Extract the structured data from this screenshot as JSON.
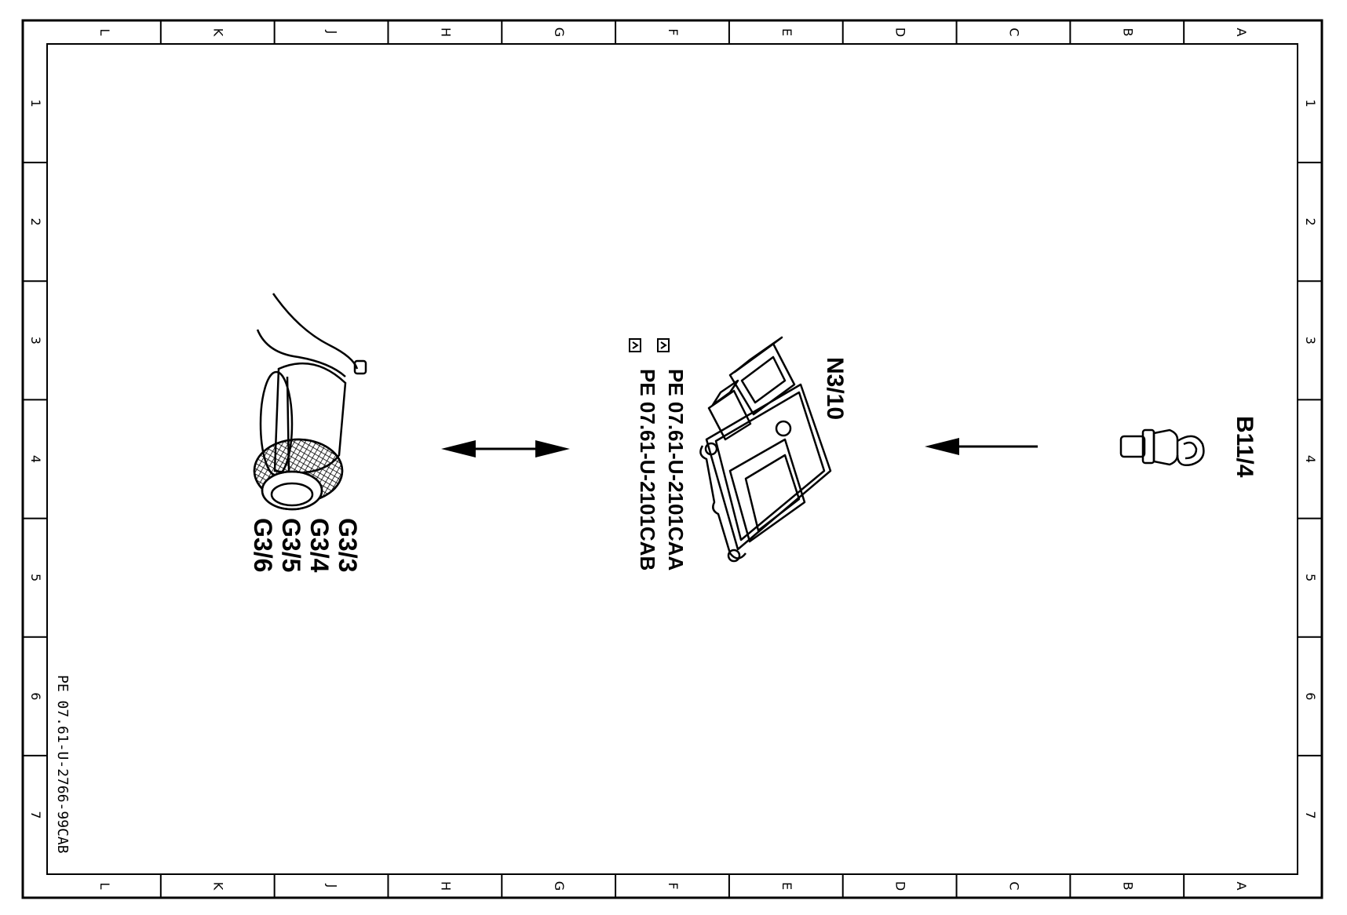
{
  "diagram": {
    "column_labels": [
      "L",
      "K",
      "J",
      "H",
      "G",
      "F",
      "E",
      "D",
      "C",
      "B",
      "A"
    ],
    "row_labels": [
      "1",
      "2",
      "3",
      "4",
      "5",
      "6",
      "7"
    ],
    "document_id": "PE 07.61-U-2766-99CAB",
    "components": {
      "sensor": {
        "label": "B11/4"
      },
      "control_unit": {
        "label": "N3/10",
        "refs": [
          "PE  07.61-U-2101CAA",
          "PE  07.61-U-2101CAB"
        ]
      },
      "injectors": {
        "labels": [
          "G3/3",
          "G3/4",
          "G3/5",
          "G3/6"
        ]
      }
    }
  }
}
